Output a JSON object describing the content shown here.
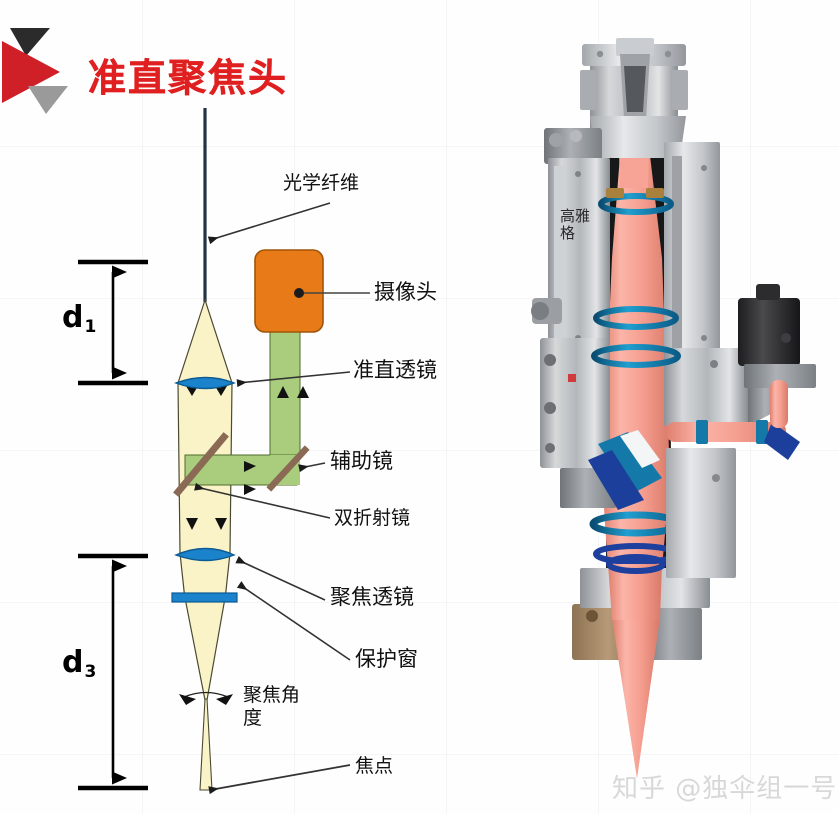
{
  "title": "准直聚焦头",
  "colors": {
    "title_red": "#e02020",
    "logo_red": "#cf2027",
    "logo_dark": "#2b2b2b",
    "logo_gray": "#9a9a9a",
    "beam_yellow": "#fbf3c8",
    "lens_blue": "#1a83cc",
    "camera_orange": "#e87b17",
    "green_path": "#a9cc7d",
    "mirror_brown": "#8a6a55",
    "fiber_dark": "#223344",
    "photo_beam_pink": "#f49f92",
    "photo_ring_blue": "#127fa8",
    "photo_metal": "#b9bcc0"
  },
  "labels": {
    "optical_fiber": "光学纤维",
    "camera": "摄像头",
    "collimating_lens": "准直透镜",
    "auxiliary_mirror": "辅助镜",
    "birefringent_mirror": "双折射镜",
    "focusing_lens": "聚焦透镜",
    "protective_window": "保护窗",
    "focus_angle_line1": "聚焦角",
    "focus_angle_line2": "度",
    "focal_point": "焦点"
  },
  "dimensions": {
    "d1": "d",
    "d1_sub": "1",
    "d3": "d",
    "d3_sub": "3"
  },
  "watermarks": {
    "top_line1": "高雅",
    "top_line2": "格",
    "bottom": "知乎 @独伞组一号"
  }
}
